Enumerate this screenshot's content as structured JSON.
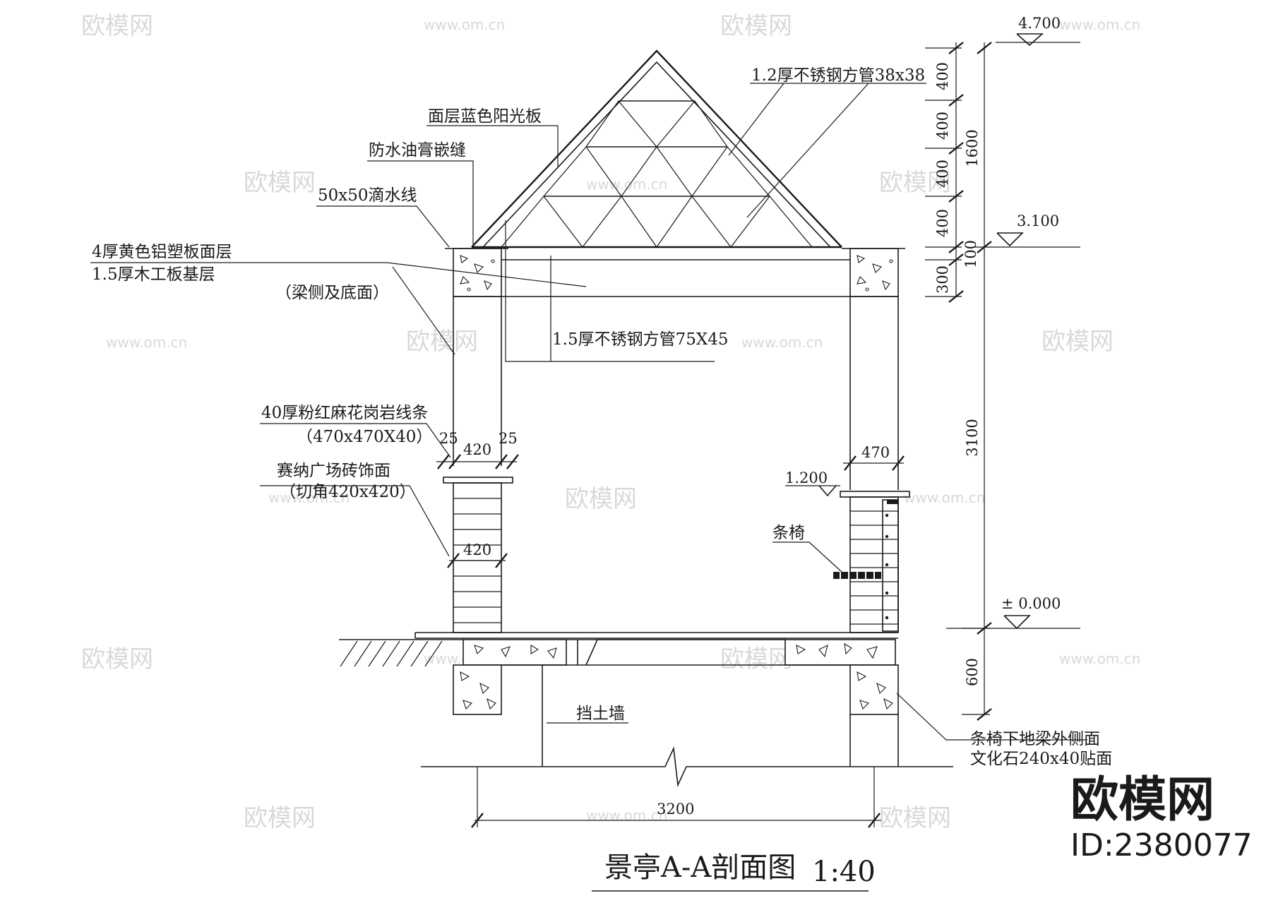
{
  "drawing": {
    "title": "景亭A-A剖面图",
    "scale": "1:40",
    "labels": {
      "square_tube_38": "1.2厚不锈钢方管38x38",
      "blue_sunlight_board": "面层蓝色阳光板",
      "waterproof_putty": "防水油膏嵌缝",
      "drip_line": "50x50滴水线",
      "aluminum_panel": "4厚黄色铝塑板面层",
      "wood_board": "1.5厚木工板基层",
      "beam_note": "（梁侧及底面）",
      "square_tube_75": "1.5厚不锈钢方管75X45",
      "granite_strip": "40厚粉红麻花岗岩线条",
      "granite_size": "（470x470X40）",
      "brick_facing": "赛纳广场砖饰面",
      "brick_cut": "（切角420x420）",
      "bench": "条椅",
      "retaining_wall": "挡土墙",
      "bench_beam_note_1": "条椅下地梁外侧面",
      "bench_beam_note_2": "文化石240x40贴面"
    },
    "dimensions": {
      "d25_left": "25",
      "d420_top": "420",
      "d25_right": "25",
      "d420_col": "420",
      "d470": "470",
      "d3200": "3200",
      "v400_a": "400",
      "v400_b": "400",
      "v400_c": "400",
      "v400_d": "400",
      "v100": "100",
      "v300": "300",
      "v1600": "1600",
      "v3100": "3100",
      "v600": "600"
    },
    "elevations": {
      "e4700": "4.700",
      "e3100": "3.100",
      "e1200": "1.200",
      "e0": "± 0.000"
    }
  },
  "brand": {
    "name": "欧模网",
    "id": "ID:2380077",
    "watermark_name": "欧模网",
    "watermark_url": "www.om.cn"
  }
}
